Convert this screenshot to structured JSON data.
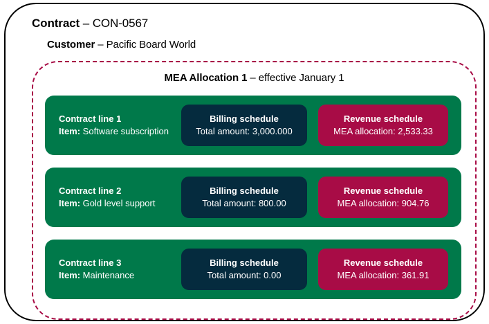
{
  "contract": {
    "label": "Contract",
    "separator": " – ",
    "value": "CON-0567"
  },
  "customer": {
    "label": "Customer",
    "separator": " – ",
    "value": "Pacific Board World"
  },
  "mea_allocation": {
    "label": "MEA Allocation 1",
    "separator": " – ",
    "value": "effective January 1"
  },
  "item_key": "Item:",
  "contract_lines": [
    {
      "name": "Contract line 1",
      "item_label": "Item:",
      "item_value": " Software subscription",
      "billing": {
        "heading": "Billing schedule",
        "value": "Total amount: 3,000.000"
      },
      "revenue": {
        "heading": "Revenue schedule",
        "value": "MEA allocation: 2,533.33"
      }
    },
    {
      "name": "Contract line 2",
      "item_label": "Item:",
      "item_value": " Gold level support",
      "billing": {
        "heading": "Billing schedule",
        "value": "Total amount: 800.00"
      },
      "revenue": {
        "heading": "Revenue schedule",
        "value": "MEA allocation: 904.76"
      }
    },
    {
      "name": "Contract line 3",
      "item_label": "Item:",
      "item_value": " Maintenance",
      "billing": {
        "heading": "Billing schedule",
        "value": "Total amount: 0.00"
      },
      "revenue": {
        "heading": "Revenue schedule",
        "value": "MEA allocation: 361.91"
      }
    }
  ],
  "colors": {
    "contract_border": "#000000",
    "mea_border": "#A80C46",
    "contract_line": "#00794A",
    "billing_schedule": "#052B3E",
    "revenue_schedule": "#A80C46",
    "text_on_dark": "#FFFFFF",
    "text_on_light": "#000000"
  }
}
